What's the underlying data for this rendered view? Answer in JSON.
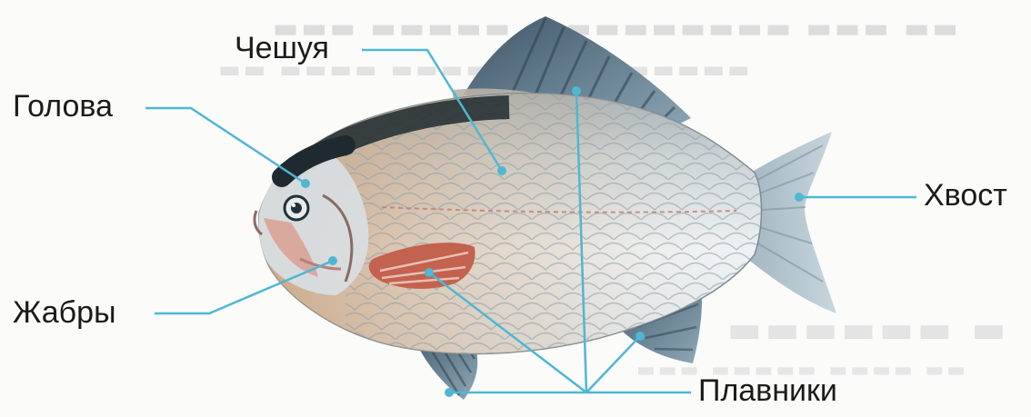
{
  "labels": {
    "scales": "Чешуя",
    "head": "Голова",
    "gills": "Жабры",
    "tail": "Хвост",
    "fins": "Плавники"
  },
  "colors": {
    "leader_line": "#4fb7d3",
    "body_light": "#e9eff2",
    "body_mid": "#c6d3da",
    "fin_blue": "#6e8ea0",
    "fin_dark": "#3c5262",
    "pectoral_fin": "#c3624f",
    "head_dark": "#1e2a2f",
    "gill_pink": "#d9a092"
  }
}
